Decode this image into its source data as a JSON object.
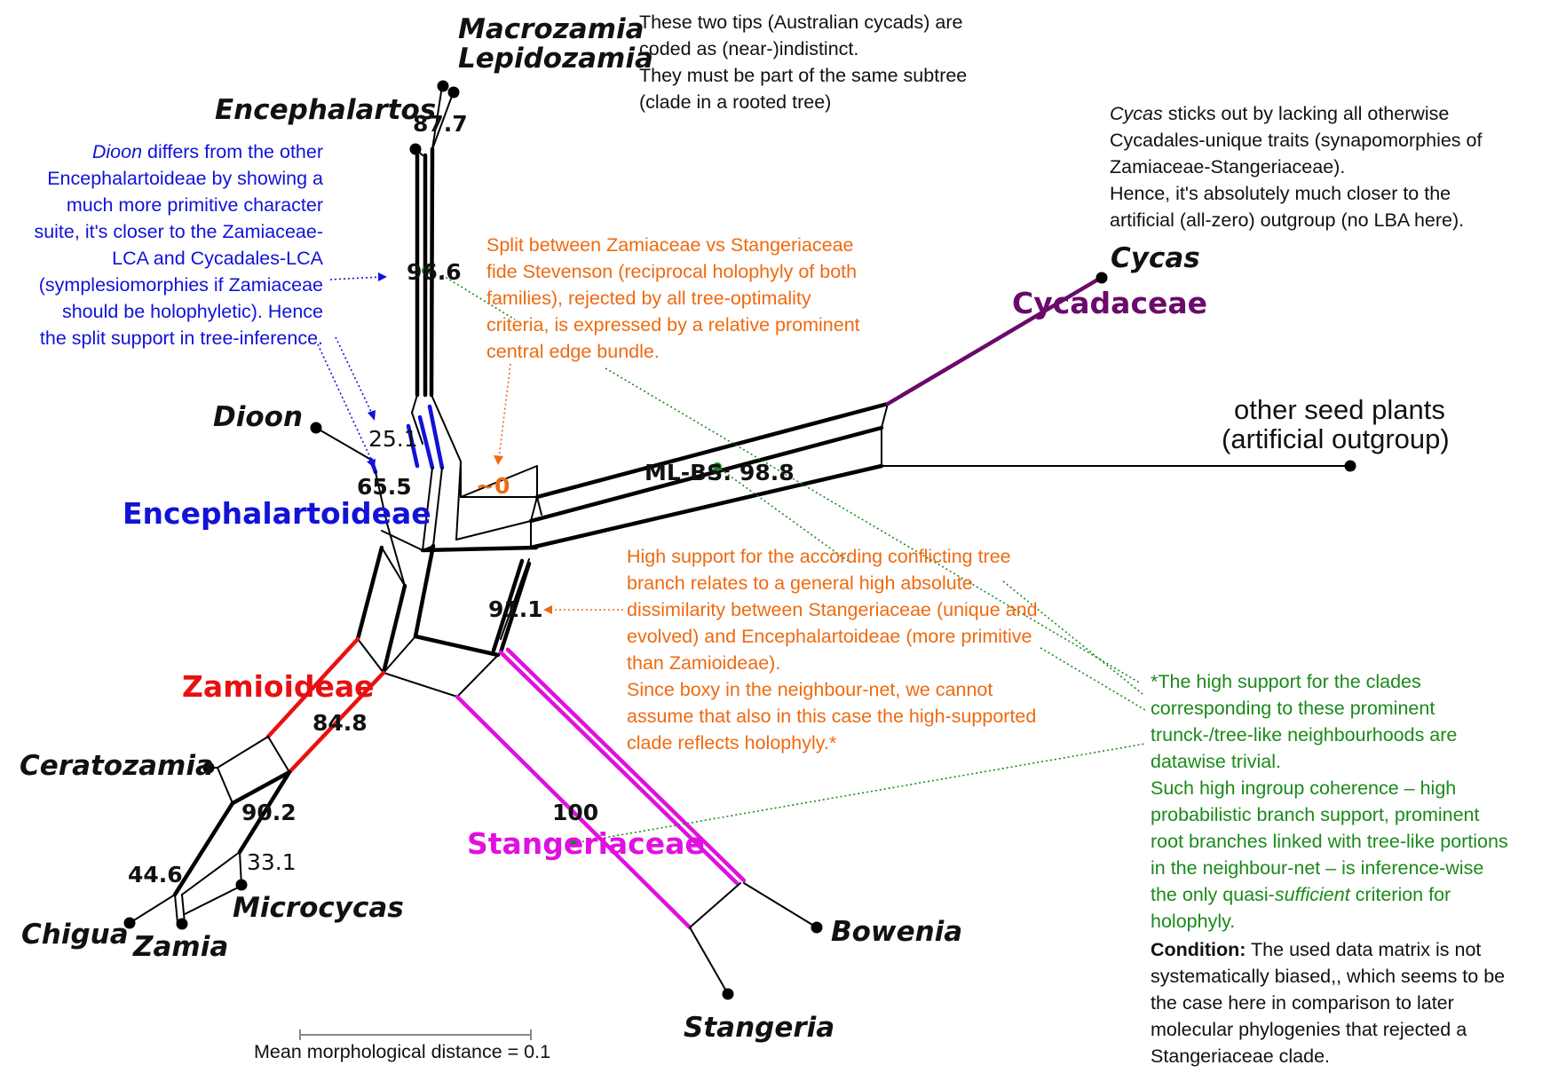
{
  "taxa": {
    "macrozamia": "Macrozamia",
    "lepidozamia": "Lepidozamia",
    "encephalartos": "Encephalartos",
    "dioon": "Dioon",
    "ceratozamia": "Ceratozamia",
    "microcycas": "Microcycas",
    "chigua": "Chigua",
    "zamia": "Zamia",
    "bowenia": "Bowenia",
    "stangeria": "Stangeria",
    "cycas": "Cycas"
  },
  "groups": {
    "encephalartoideae": "Encephalartoideae",
    "zamioideae": "Zamioideae",
    "stangeriaceae": "Stangeriaceae",
    "cycadaceae": "Cycadaceae"
  },
  "outgroup": {
    "line1": "other seed plants",
    "line2": "(artificial outgroup)"
  },
  "support": {
    "s87_7": "87.7",
    "s96_6": "96.6",
    "s25_1": "25.1",
    "s65_5": "65.5",
    "s0": "~0",
    "ml": "ML-BS: 98.8",
    "s91_1": "91.1",
    "s84_8": "84.8",
    "s90_2": "90.2",
    "s33_1": "33.1",
    "s44_6": "44.6",
    "s100": "100"
  },
  "notes": {
    "australian": [
      "These two tips (Australian cycads) are",
      "coded as (near-)indistinct.",
      "They must be part of the same subtree",
      "(clade in a rooted tree)"
    ],
    "cycas_note": {
      "italic_word": "Cycas",
      "first_rest": " sticks out by lacking all otherwise",
      "lines": [
        "Cycadales-unique traits (synapomorphies of",
        "Zamiaceae-Stangeriaceae).",
        "Hence, it's absolutely much closer to the",
        "artificial (all-zero) outgroup (no LBA here)."
      ]
    },
    "dioon_note": {
      "italic_word": "Dioon",
      "first_rest": " differs from the other",
      "lines": [
        "Encephalartoideae by showing a",
        "much more primitive character",
        "suite, it's closer to the Zamiaceae-",
        "LCA  and Cycadales-LCA",
        "(symplesiomorphies if Zamiaceae",
        "should be holophyletic). Hence",
        "the split support in tree-inference."
      ]
    },
    "split_note": [
      "Split between Zamiaceae vs Stangeriaceae",
      "fide Stevenson (reciprocal holophyly of both",
      "families), rejected by all tree-optimality",
      "criteria, is expressed by a relative prominent",
      "central edge bundle."
    ],
    "high_support_note": [
      "High support for the according conflicting tree",
      "branch relates to a general high absolute",
      "dissimilarity between Stangeriaceae (unique and",
      "evolved) and Encephalartoideae (more primitive",
      "than Zamioideae).",
      "Since boxy in the neighbour-net, we cannot",
      "assume that also in this case the high-supported",
      "clade reflects holophyly.*"
    ],
    "green_note": {
      "lines_before": [
        "*The high support for the clades",
        "corresponding to these prominent",
        "trunck-/tree-like neighbourhoods are",
        "datawise trivial.",
        "Such high ingroup coherence – high",
        "probabilistic branch support, prominent",
        "root branches linked with tree-like portions",
        "in the neighbour-net – is inference-wise"
      ],
      "italic_prefix": "the only quasi-",
      "italic_word": "sufficient",
      "italic_suffix": " criterion for",
      "last_line": "holophyly."
    },
    "condition": {
      "label": "Condition:",
      "first_rest": " The used data matrix is not",
      "lines": [
        "systematically biased,, which seems to be",
        "the case here in comparison to later",
        "molecular phylogenies that rejected a",
        "Stangeriaceae clade."
      ]
    }
  },
  "scale": {
    "label": "Mean morphological distance = 0.1"
  },
  "colors": {
    "blue": "#1212d8",
    "red": "#e81010",
    "magenta": "#e010e0",
    "purple": "#6a0a6a",
    "orange": "#ee6a10",
    "green": "#1a8a1a"
  }
}
